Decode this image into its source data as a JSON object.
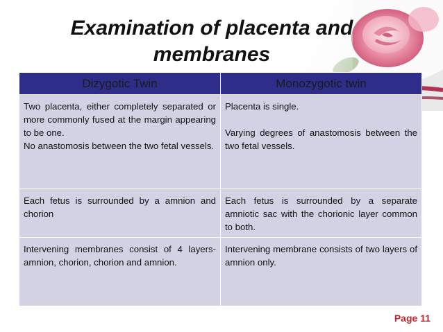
{
  "slide": {
    "title_line1": "Examination of placenta and",
    "title_line2": "membranes",
    "page_label": "Page 11"
  },
  "table": {
    "headers": [
      "Dizygotic Twin",
      "Monozygotic twin"
    ],
    "rows": [
      {
        "dizygotic": [
          "Two placenta, either completely separated or more commonly fused at the margin appearing to be one.",
          "No anastomosis between the two fetal vessels."
        ],
        "monozygotic": [
          "Placenta is single.",
          "Varying degrees of anastomosis between the two fetal vessels."
        ]
      },
      {
        "dizygotic": [
          "Each fetus is surrounded by a amnion and chorion"
        ],
        "monozygotic": [
          "Each fetus is surrounded by a separate amniotic sac with the chorionic layer common to both."
        ]
      },
      {
        "dizygotic": [
          "Intervening membranes consist of 4 layers-amnion, chorion, chorion and amnion."
        ],
        "monozygotic": [
          "Intervening membrane consists of two layers of amnion only."
        ]
      }
    ]
  },
  "colors": {
    "header_bg": "#2e2e8a",
    "cell_bg": "#d3d2e5",
    "page_label": "#c0272d"
  },
  "icons": [
    "rose-decoration"
  ]
}
